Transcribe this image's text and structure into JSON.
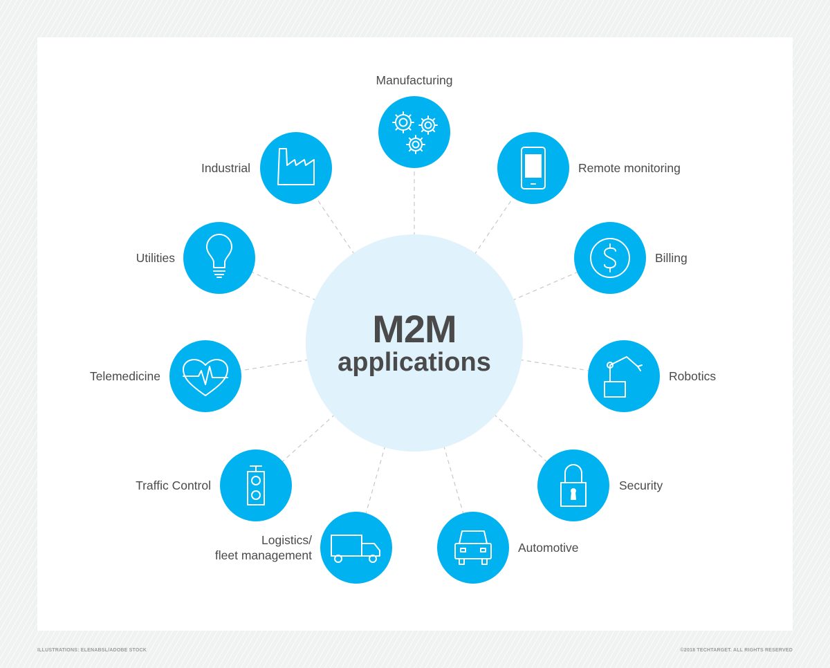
{
  "title": "M2M",
  "subtitle": "applications",
  "colors": {
    "node": "#00b2ef",
    "center": "#e0f2fc",
    "text": "#4a4a4a"
  },
  "nodes": [
    {
      "label": "Manufacturing",
      "icon": "gears-icon"
    },
    {
      "label": "Industrial",
      "icon": "factory-icon"
    },
    {
      "label": "Remote monitoring",
      "icon": "smartphone-icon"
    },
    {
      "label": "Utilities",
      "icon": "lightbulb-icon"
    },
    {
      "label": "Billing",
      "icon": "dollar-icon"
    },
    {
      "label": "Telemedicine",
      "icon": "heart-pulse-icon"
    },
    {
      "label": "Robotics",
      "icon": "robot-arm-icon"
    },
    {
      "label": "Traffic Control",
      "icon": "traffic-light-icon"
    },
    {
      "label": "Security",
      "icon": "padlock-icon"
    },
    {
      "label": "Logistics/\nfleet management",
      "icon": "truck-icon"
    },
    {
      "label": "Automotive",
      "icon": "car-icon"
    }
  ],
  "footer": {
    "credit": "ILLUSTRATIONS: ELENABSL/ADOBE STOCK",
    "copyright": "©2018 TECHTARGET. ALL RIGHTS RESERVED"
  }
}
